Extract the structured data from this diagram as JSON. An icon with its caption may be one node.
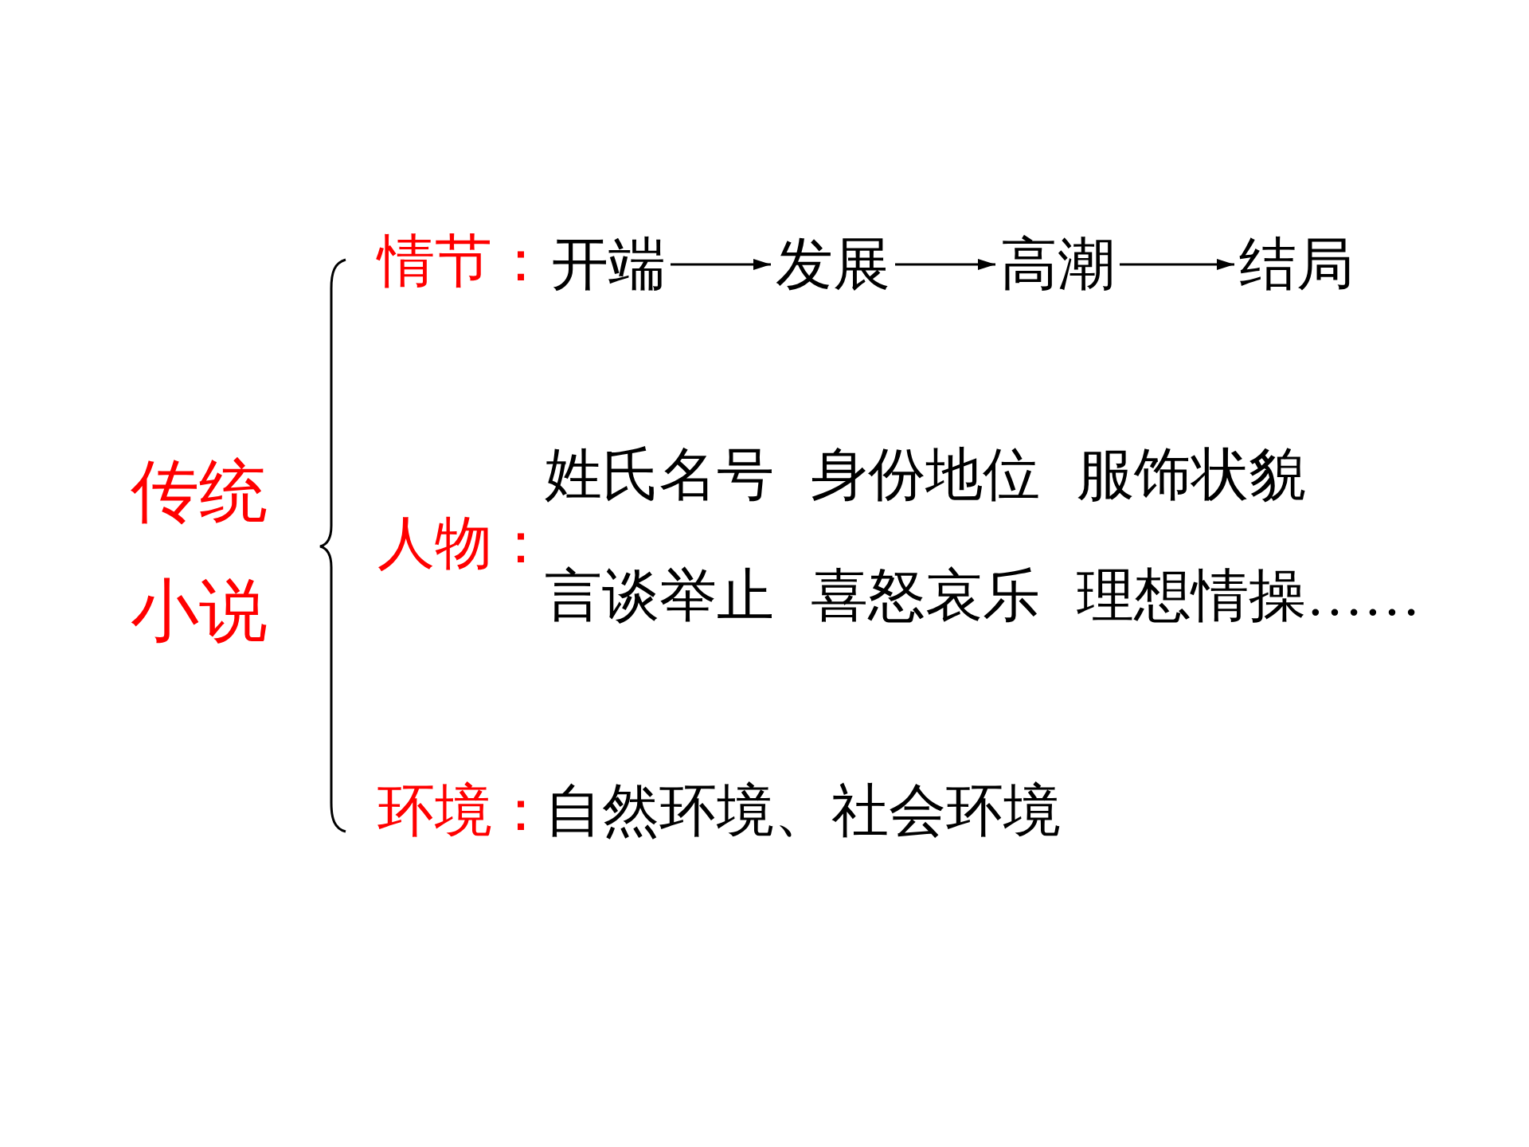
{
  "diagram": {
    "nodes": [
      {
        "text": [
          "开端"
        ]
      },
      {
        "text": [
          "发展"
        ]
      },
      {
        "text": [
          "高潮"
        ]
      },
      {
        "text": [
          "结局"
        ]
      }
    ],
    "edges": [
      {
        "from": 0,
        "to": 1,
        "arrow": "to"
      },
      {
        "from": 1,
        "to": 2,
        "arrow": "to"
      },
      {
        "from": 2,
        "to": 3,
        "arrow": "to"
      }
    ],
    "labels": [
      "传统小说",
      "情节：",
      "人物：",
      "姓氏名号 身份地位 服饰状貌",
      "言谈举止 喜怒哀乐 理想情操……",
      "环境：",
      "自然环境、社会环境"
    ]
  }
}
